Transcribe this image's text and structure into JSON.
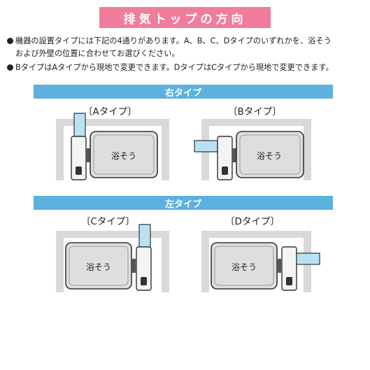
{
  "title": "排気トップの方向",
  "notes": [
    "機器の設置タイプには下記の4通りがあります。A、B、C、Dタイプのいずれかを、浴そう",
    "および外壁の位置に合わせてお選びください。",
    "BタイプはAタイプから現地で変更できます。DタイプはCタイプから現地で変更できます。"
  ],
  "sections": {
    "right": {
      "label": "右タイプ"
    },
    "left": {
      "label": "左タイプ"
    }
  },
  "types": {
    "a": {
      "label": "〔Aタイプ〕"
    },
    "b": {
      "label": "〔Bタイプ〕"
    },
    "c": {
      "label": "〔Cタイプ〕"
    },
    "d": {
      "label": "〔Dタイプ〕"
    }
  },
  "tub_label": "浴そう",
  "colors": {
    "banner": "#f07c9c",
    "section_bar": "#5cb1de",
    "wall": "#d9d9d9",
    "tub_fill": "#dedede",
    "exhaust": "#b8e2f4"
  }
}
